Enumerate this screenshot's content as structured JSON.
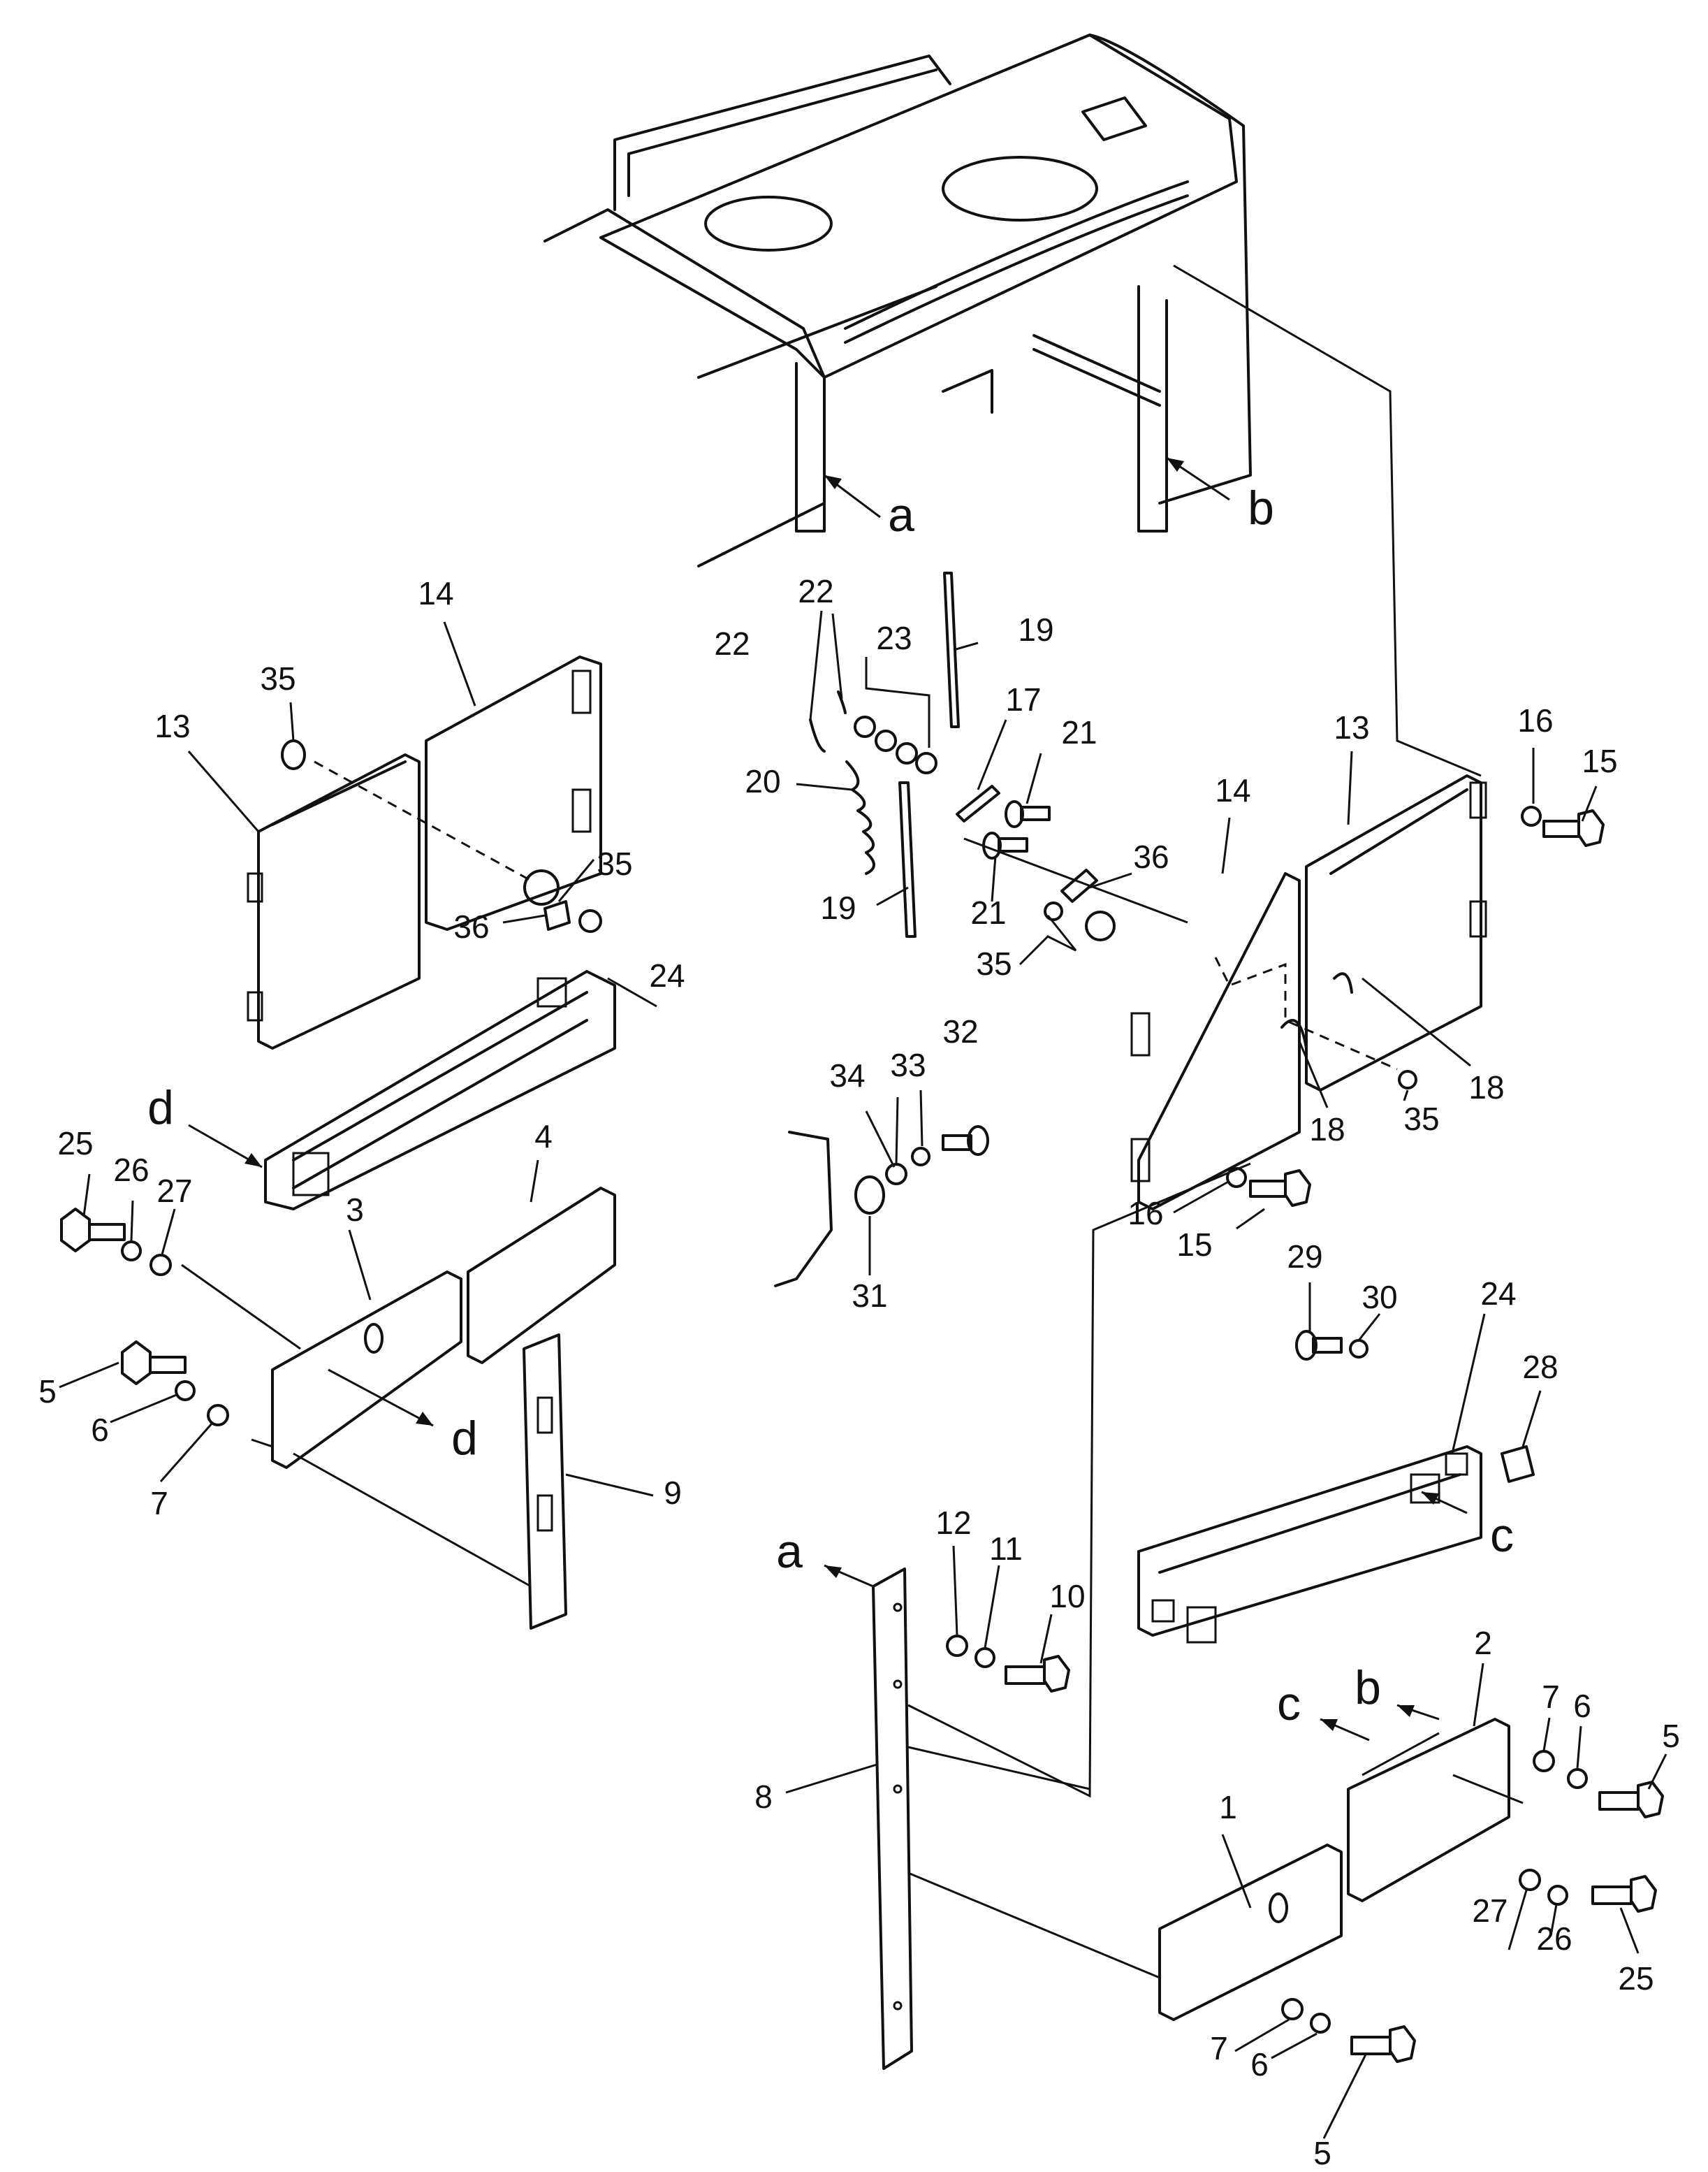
{
  "diagram": {
    "refs": {
      "a_top": "a",
      "b_top": "b",
      "a_bottom": "a",
      "b_bottom": "b",
      "c_right": "c",
      "c_bottom": "c",
      "d_top": "d",
      "d_bottom": "d"
    },
    "labels": {
      "p1": "1",
      "p2": "2",
      "p3": "3",
      "p4": "4",
      "p5_left": "5",
      "p5_right": "5",
      "p5_bottom": "5",
      "p6_left": "6",
      "p6_right": "6",
      "p6_bottom": "6",
      "p7_left": "7",
      "p7_right": "7",
      "p7_bottom": "7",
      "p8": "8",
      "p9": "9",
      "p10": "10",
      "p11": "11",
      "p12": "12",
      "p13_left": "13",
      "p13_right": "13",
      "p14_left": "14",
      "p14_right": "14",
      "p15_top": "15",
      "p15_mid": "15",
      "p16_top": "16",
      "p16_mid": "16",
      "p17": "17",
      "p18_a": "18",
      "p18_b": "18",
      "p19_top": "19",
      "p19_bottom": "19",
      "p20": "20",
      "p21_a": "21",
      "p21_b": "21",
      "p22_a": "22",
      "p22_b": "22",
      "p23": "23",
      "p24_left": "24",
      "p24_right": "24",
      "p25_left": "25",
      "p25_right": "25",
      "p26_left": "26",
      "p26_right": "26",
      "p27_left": "27",
      "p27_right": "27",
      "p28": "28",
      "p29": "29",
      "p30": "30",
      "p31": "31",
      "p32": "32",
      "p33": "33",
      "p34": "34",
      "p35_left_top": "35",
      "p35_left_mid": "35",
      "p35_right_mid": "35",
      "p35_right_low": "35",
      "p36_left": "36",
      "p36_right": "36"
    }
  }
}
